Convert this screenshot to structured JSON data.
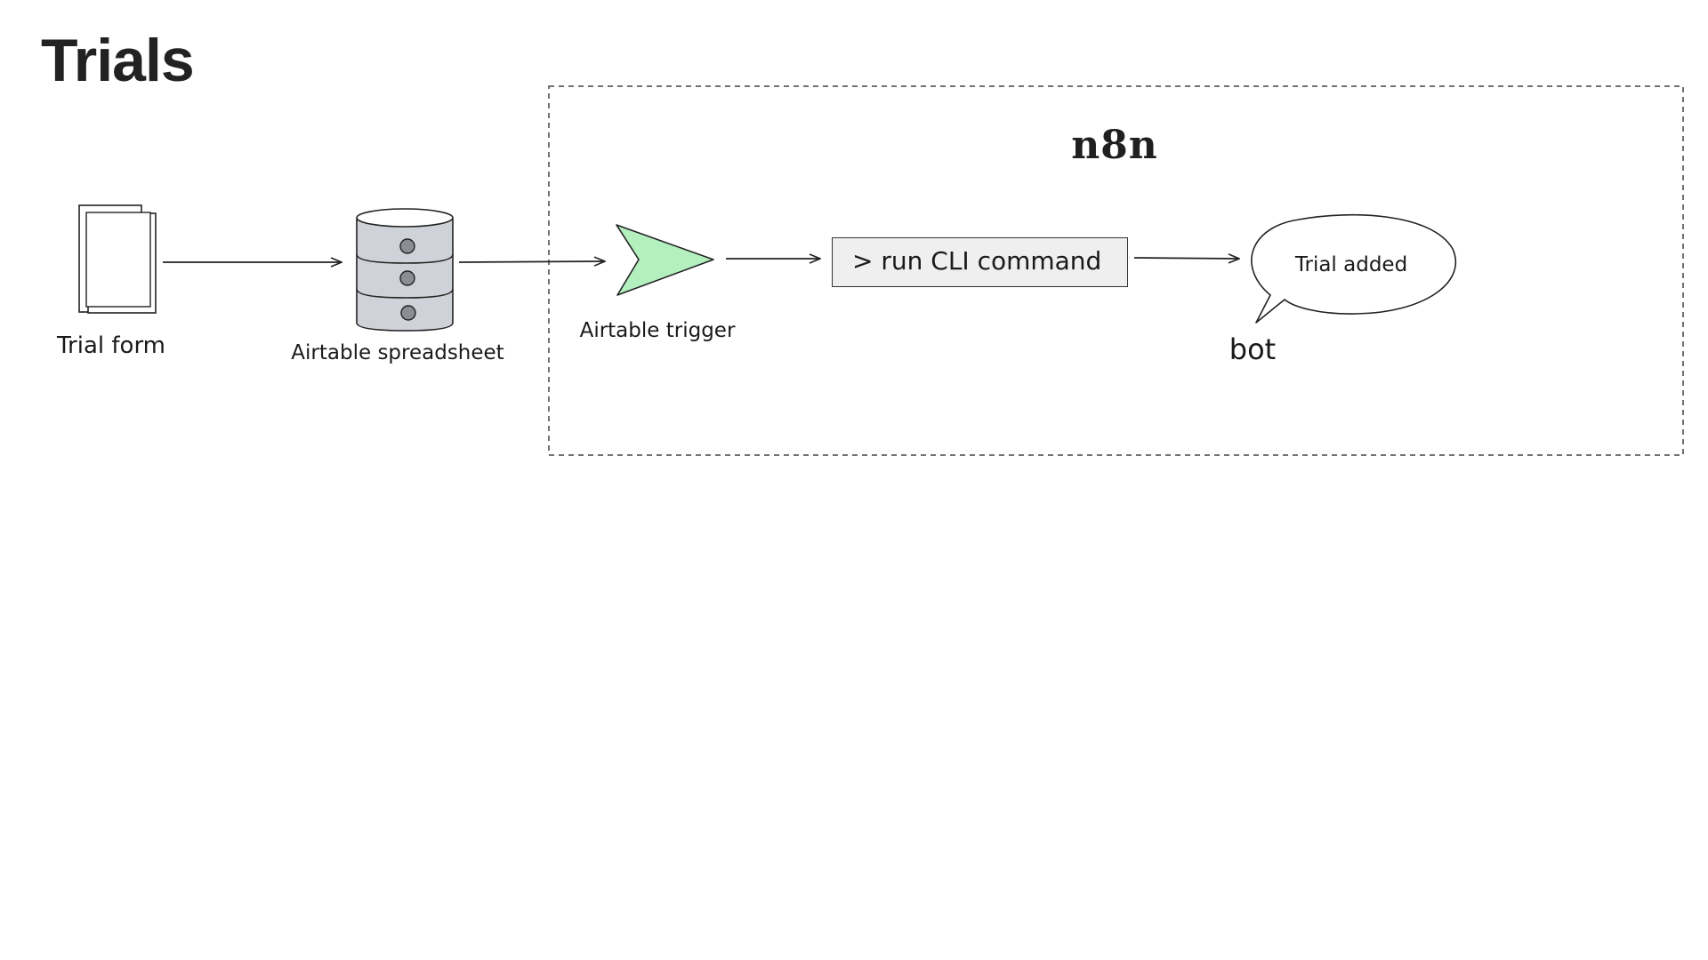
{
  "title": "Trials",
  "group": {
    "label": "n8n"
  },
  "nodes": {
    "form": {
      "label": "Trial form"
    },
    "spreadsheet": {
      "label": "Airtable spreadsheet"
    },
    "trigger": {
      "label": "Airtable trigger",
      "color": "#b3efbf"
    },
    "cli": {
      "label": "> run CLI command"
    },
    "bot": {
      "label": "bot",
      "message": "Trial added"
    }
  }
}
